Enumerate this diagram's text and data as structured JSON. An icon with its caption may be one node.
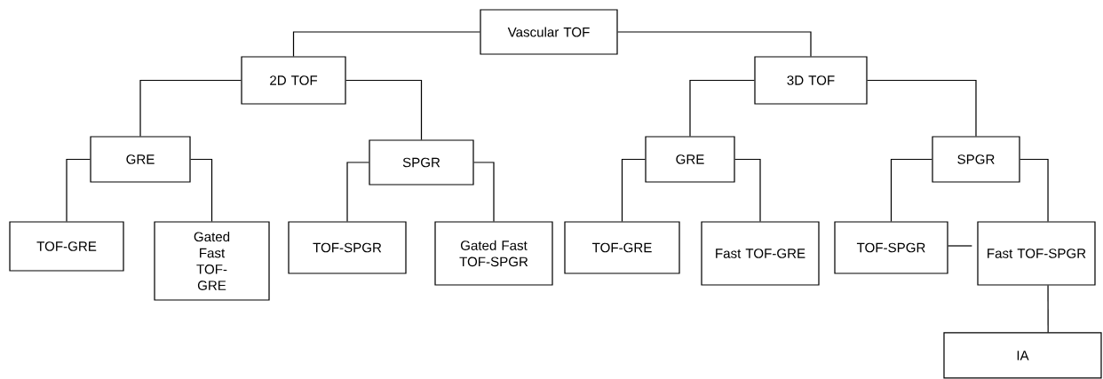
{
  "diagram": {
    "nodes": [
      {
        "text": [
          "Vascular TOF"
        ]
      },
      {
        "text": [
          "2D TOF"
        ]
      },
      {
        "text": [
          "GRE"
        ]
      },
      {
        "text": [
          "SPGR"
        ]
      },
      {
        "text": [
          "TOF-GRE"
        ]
      },
      {
        "text": [
          "Gated Fast TOF-GRE"
        ]
      },
      {
        "text": [
          "TOF-SPGR"
        ]
      },
      {
        "text": [
          "Gated Fast TOF-SPGR"
        ]
      },
      {
        "text": [
          "3D TOF"
        ]
      },
      {
        "text": [
          "GRE"
        ]
      },
      {
        "text": [
          "SPGR"
        ]
      },
      {
        "text": [
          "TOF-GRE"
        ]
      },
      {
        "text": [
          "Fast TOF-GRE"
        ]
      },
      {
        "text": [
          "TOF-SPGR"
        ]
      },
      {
        "text": [
          "Fast TOF-SPGR"
        ]
      },
      {
        "text": [
          "IA"
        ]
      }
    ],
    "edges": [
      {
        "from": 0,
        "to": 1,
        "arrow": "none"
      },
      {
        "from": 0,
        "to": 8,
        "arrow": "none"
      },
      {
        "from": 1,
        "to": 2,
        "arrow": "none"
      },
      {
        "from": 1,
        "to": 3,
        "arrow": "none"
      },
      {
        "from": 2,
        "to": 4,
        "arrow": "none"
      },
      {
        "from": 2,
        "to": 5,
        "arrow": "none"
      },
      {
        "from": 3,
        "to": 6,
        "arrow": "none"
      },
      {
        "from": 3,
        "to": 7,
        "arrow": "none"
      },
      {
        "from": 8,
        "to": 9,
        "arrow": "none"
      },
      {
        "from": 8,
        "to": 10,
        "arrow": "none"
      },
      {
        "from": 9,
        "to": 11,
        "arrow": "none"
      },
      {
        "from": 9,
        "to": 12,
        "arrow": "none"
      },
      {
        "from": 10,
        "to": 13,
        "arrow": "none"
      },
      {
        "from": 10,
        "to": 14,
        "arrow": "none"
      },
      {
        "from": 13,
        "to": 14,
        "arrow": "none"
      },
      {
        "from": 14,
        "to": 15,
        "arrow": "none"
      }
    ]
  }
}
